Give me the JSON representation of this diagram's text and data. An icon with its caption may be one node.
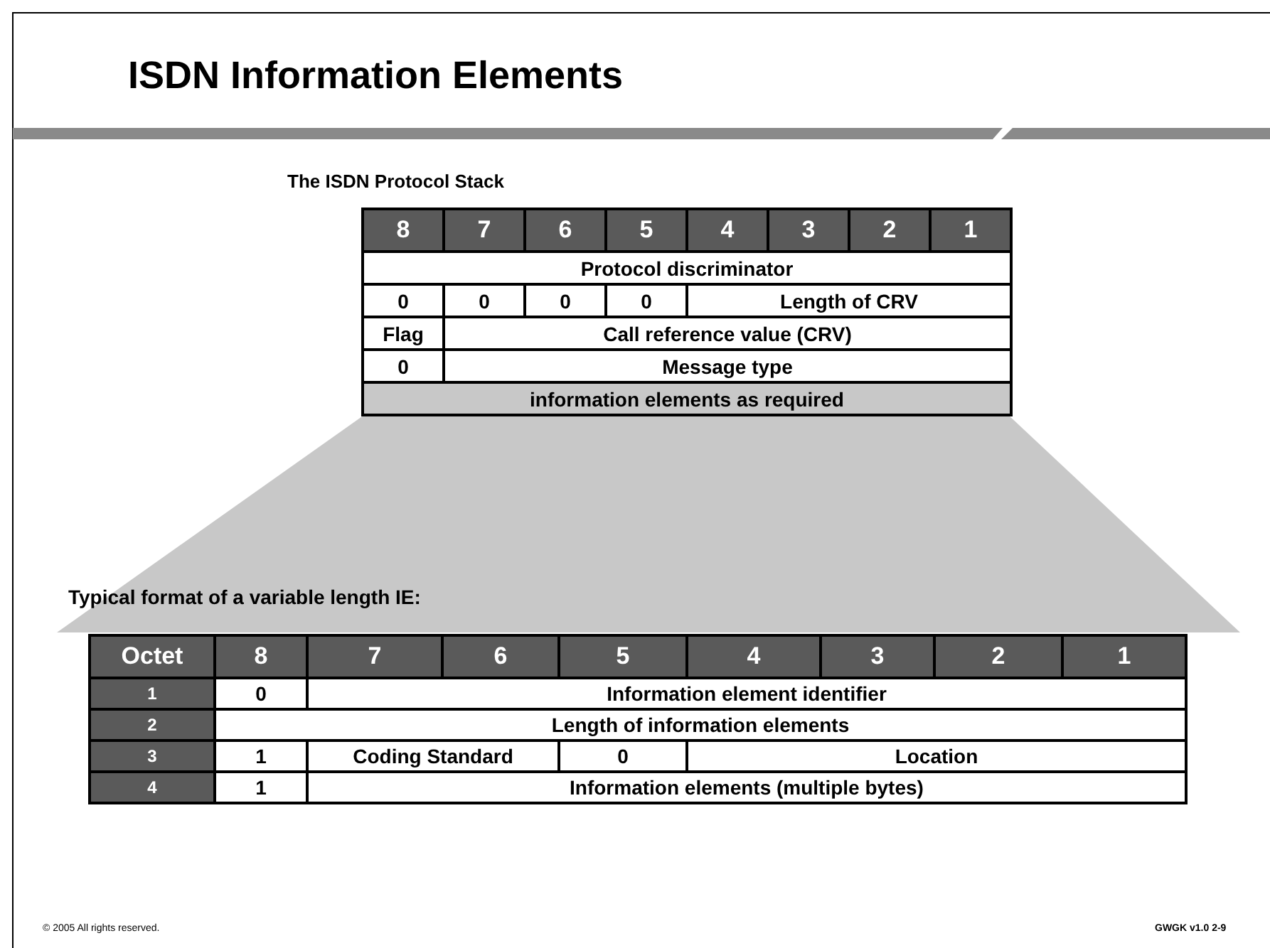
{
  "diagram": {
    "title": "ISDN Information Elements",
    "labels": [
      "The ISDN Protocol Stack",
      "8",
      "7",
      "6",
      "5",
      "4",
      "3",
      "2",
      "1",
      "Protocol discriminator",
      "0",
      "0",
      "0",
      "0",
      "Length of CRV",
      "Flag",
      "Call reference value (CRV)",
      "0",
      "Message type",
      "information elements as required",
      "Typical format of a variable length IE:",
      "Octet",
      "8",
      "7",
      "6",
      "5",
      "4",
      "3",
      "2",
      "1",
      "1",
      "0",
      "Information element identifier",
      "2",
      "Length of information elements",
      "3",
      "1",
      "Coding Standard",
      "0",
      "Location",
      "4",
      "1",
      "Information elements (multiple bytes)",
      "© 2005 All rights reserved.",
      "GWGK v1.0 2-9"
    ]
  }
}
